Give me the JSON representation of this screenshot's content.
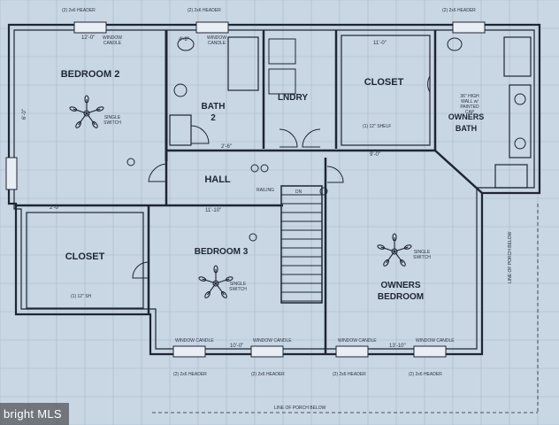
{
  "colors": {
    "paper": "#c9d6e4",
    "ink": "#1e2633",
    "grid": "#9fb1c6"
  },
  "rooms": {
    "bedroom2": "BEDROOM 2",
    "bath2": "BATH 2",
    "laundry": "LNDRY",
    "closet_top": "CLOSET",
    "owners_bath": "OWNERS BATH",
    "hall": "HALL",
    "closet_left": "CLOSET",
    "bedroom3": "BEDROOM 3",
    "owners_bedroom": "OWNERS BEDROOM"
  },
  "notes": {
    "header_top_left": "(2) 2x6 HEADER",
    "header_top_mid": "(2) 2x6 HEADER",
    "header_top_right": "(2) 2x6 HEADER",
    "window_candle_1": "WINDOW CANDLE",
    "window_candle_2": "WINDOW CANDLE",
    "window_candle_3": "WINDOW CANDLE",
    "window_candle_4": "WINDOW CANDLE",
    "window_candle_5": "WINDOW CANDLE",
    "window_candle_6": "WINDOW CANDLE",
    "header_bottom_1": "(2) 2x6 HEADER",
    "header_bottom_2": "(2) 2x6 HEADER",
    "header_bottom_3": "(2) 2x6 HEADER",
    "header_bottom_4": "(2) 2x6 HEADER",
    "single_switch_1": "SINGLE SWITCH",
    "single_switch_2": "SINGLE SWITCH",
    "single_switch_3": "SINGLE SWITCH",
    "shelf_top": "(1) 12\" SHELF",
    "shelf_left": "(1) 12\" SH",
    "porch_below_bottom": "LINE OF PORCH BELOW",
    "porch_below_right": "LINE OF PORCH BELOW",
    "railing": "RAILING",
    "dn": "DN",
    "wall_note": "36\" HIGH WALL w/ PAINTED CAP"
  },
  "dims": {
    "d1": "12'-0\"",
    "d2": "11'-0\"",
    "d3": "4'-8\"",
    "d4": "2'-0\"",
    "d5": "11'-10\"",
    "d6": "10'-0\"",
    "d7": "13'-10\"",
    "d8": "9'-0\"",
    "d9": "2'-6\"",
    "d10": "6'-0\""
  },
  "watermark": "bright MLS"
}
